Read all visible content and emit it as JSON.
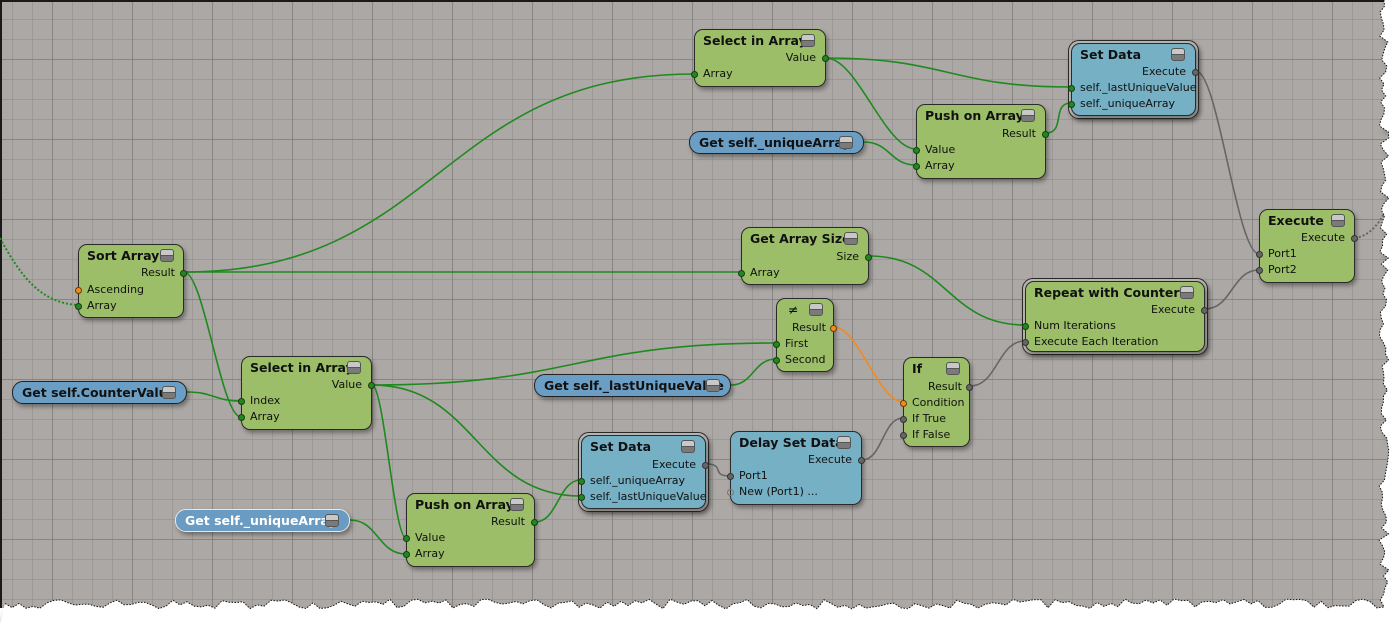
{
  "canvas": {
    "name": "Visual script graph editor",
    "colors": {
      "background": "#aca8a5",
      "node_green": "#9cbe68",
      "node_blue": "#76b0c4",
      "getter_blue": "#6a9ec4",
      "wire_data": "#1e8a1e",
      "wire_bool": "#f28a1c",
      "wire_exec": "#666666"
    }
  },
  "nodes": {
    "select_top": {
      "title": "Select in Array",
      "outputs": [
        "Value"
      ],
      "inputs": [
        "Array"
      ]
    },
    "setdata_top": {
      "title": "Set Data",
      "outputs": [
        "Execute"
      ],
      "inputs": [
        "self._lastUniqueValue",
        "self._uniqueArray"
      ]
    },
    "push_top": {
      "title": "Push on Array",
      "outputs": [
        "Result"
      ],
      "inputs": [
        "Value",
        "Array"
      ]
    },
    "get_unique_top": {
      "title": "Get self._uniqueArray"
    },
    "sort": {
      "title": "Sort Array",
      "outputs": [
        "Result"
      ],
      "inputs": [
        "Ascending",
        "Array"
      ]
    },
    "size": {
      "title": "Get Array Size",
      "outputs": [
        "Size"
      ],
      "inputs": [
        "Array"
      ]
    },
    "execute": {
      "title": "Execute",
      "outputs": [
        "Execute"
      ],
      "inputs": [
        "Port1",
        "Port2"
      ]
    },
    "repeat": {
      "title": "Repeat with Counter",
      "outputs": [
        "Execute"
      ],
      "inputs": [
        "Num Iterations",
        "Execute Each Iteration"
      ]
    },
    "neq": {
      "title": "≠",
      "outputs": [
        "Result"
      ],
      "inputs": [
        "First",
        "Second"
      ]
    },
    "if": {
      "title": "If",
      "outputs": [
        "Result"
      ],
      "inputs": [
        "Condition",
        "If True",
        "If False"
      ]
    },
    "get_counter": {
      "title": "Get self.CounterValue"
    },
    "select_low": {
      "title": "Select in Array",
      "outputs": [
        "Value"
      ],
      "inputs": [
        "Index",
        "Array"
      ]
    },
    "get_last": {
      "title": "Get self._lastUniqueValue"
    },
    "setdata_low": {
      "title": "Set Data",
      "outputs": [
        "Execute"
      ],
      "inputs": [
        "self._uniqueArray",
        "self._lastUniqueValue"
      ]
    },
    "delay": {
      "title": "Delay Set Data",
      "outputs": [
        "Execute"
      ],
      "inputs": [
        "Port1",
        "New (Port1) ..."
      ]
    },
    "get_unique_low": {
      "title": "Get self._uniqueArray",
      "selected": true
    },
    "push_low": {
      "title": "Push on Array",
      "outputs": [
        "Result"
      ],
      "inputs": [
        "Value",
        "Array"
      ]
    }
  },
  "connections": [
    {
      "from": "sort.Result",
      "to": "select_top.Array",
      "type": "data"
    },
    {
      "from": "sort.Result",
      "to": "size.Array",
      "type": "data"
    },
    {
      "from": "sort.Result",
      "to": "select_low.Array",
      "type": "data"
    },
    {
      "from": "select_top.Value",
      "to": "setdata_top.self._lastUniqueValue",
      "type": "data"
    },
    {
      "from": "select_top.Value",
      "to": "push_top.Value",
      "type": "data"
    },
    {
      "from": "get_unique_top",
      "to": "push_top.Array",
      "type": "data"
    },
    {
      "from": "push_top.Result",
      "to": "setdata_top.self._uniqueArray",
      "type": "data"
    },
    {
      "from": "setdata_top.Execute",
      "to": "execute.Port1",
      "type": "exec"
    },
    {
      "from": "repeat.Execute",
      "to": "execute.Port2",
      "type": "exec"
    },
    {
      "from": "size.Size",
      "to": "repeat.Num Iterations",
      "type": "data"
    },
    {
      "from": "if.Result",
      "to": "repeat.Execute Each Iteration",
      "type": "exec"
    },
    {
      "from": "neq.Result",
      "to": "if.Condition",
      "type": "bool"
    },
    {
      "from": "delay.Execute",
      "to": "if.If True",
      "type": "exec"
    },
    {
      "from": "get_counter",
      "to": "select_low.Index",
      "type": "data"
    },
    {
      "from": "select_low.Value",
      "to": "neq.First",
      "type": "data"
    },
    {
      "from": "get_last",
      "to": "neq.Second",
      "type": "data"
    },
    {
      "from": "select_low.Value",
      "to": "setdata_low.self._lastUniqueValue",
      "type": "data"
    },
    {
      "from": "select_low.Value",
      "to": "push_low.Value",
      "type": "data"
    },
    {
      "from": "get_unique_low",
      "to": "push_low.Array",
      "type": "data"
    },
    {
      "from": "push_low.Result",
      "to": "setdata_low.self._uniqueArray",
      "type": "data"
    },
    {
      "from": "setdata_low.Execute",
      "to": "delay.Port1",
      "type": "exec"
    }
  ]
}
